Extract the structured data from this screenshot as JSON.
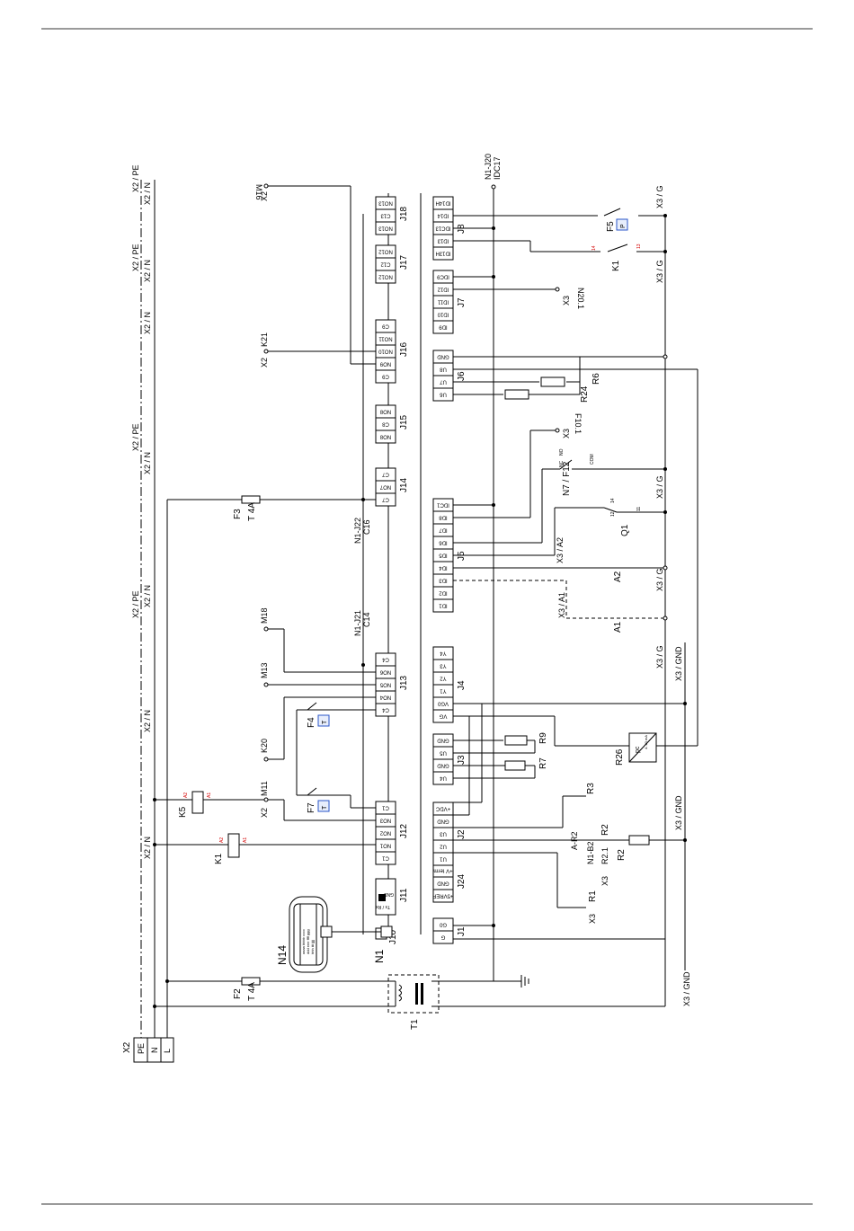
{
  "colors": {
    "rule": "#9a9a9a",
    "wire": "#000000",
    "pin_number": "#d40000",
    "switch_box": "#2a55c8"
  },
  "supply": {
    "x2": "X2",
    "pe": "PE",
    "n": "N",
    "l": "L",
    "x2_pe": "X2 / PE",
    "x2_n": "X2 / N",
    "t1": "T1",
    "f2": "F2",
    "f3": "F3",
    "fuse_rating": "T 4A",
    "earth_icon": "protective-earth-symbol"
  },
  "controller": {
    "n1": "N1",
    "n14": "N14",
    "n14_lines": [
      "aaaa bbbb cccc",
      "ddd eee ffff ggg",
      "hhh iiii jjjj"
    ],
    "connectors": [
      {
        "id": "J1",
        "pins": [
          "G",
          "G0"
        ]
      },
      {
        "id": "J24",
        "pins": [
          "+5VREF",
          "GND",
          "+V term"
        ]
      },
      {
        "id": "J10",
        "pins": []
      },
      {
        "id": "J11",
        "pins": [
          "Tx / Rx",
          "GND"
        ]
      },
      {
        "id": "J12",
        "pins": [
          "C1",
          "NO1",
          "NO2",
          "NO3",
          "C1"
        ]
      },
      {
        "id": "J2",
        "pins": [
          "U1",
          "U2",
          "U3",
          "GND",
          "+VDC"
        ]
      },
      {
        "id": "J3",
        "pins": [
          "U4",
          "GND",
          "U5",
          "GND"
        ]
      },
      {
        "id": "J13",
        "pins": [
          "C4",
          "NO4",
          "NO5",
          "NO6",
          "C4"
        ]
      },
      {
        "id": "J4",
        "pins": [
          "VG",
          "VG0",
          "Y1",
          "Y2",
          "Y3",
          "Y4"
        ]
      },
      {
        "id": "J5",
        "pins": [
          "ID1",
          "ID2",
          "ID3",
          "ID4",
          "ID5",
          "ID6",
          "ID7",
          "ID8",
          "IDC1"
        ]
      },
      {
        "id": "J14",
        "pins": [
          "C7",
          "NO7",
          "C7"
        ]
      },
      {
        "id": "J15",
        "pins": [
          "NO8",
          "C8",
          "NO8"
        ]
      },
      {
        "id": "J6",
        "pins": [
          "U6",
          "U7",
          "U8",
          "GND"
        ]
      },
      {
        "id": "J16",
        "pins": [
          "C9",
          "NO9",
          "NO10",
          "NO11",
          "C9"
        ]
      },
      {
        "id": "J7",
        "pins": [
          "ID9",
          "ID10",
          "ID11",
          "ID12",
          "IDC9"
        ]
      },
      {
        "id": "J17",
        "pins": [
          "NO12",
          "C12",
          "NO12"
        ]
      },
      {
        "id": "J8",
        "pins": [
          "ID13H",
          "ID13",
          "IDC13",
          "ID14",
          "ID14H"
        ]
      },
      {
        "id": "J18",
        "pins": [
          "NO13",
          "C13",
          "NO13"
        ]
      }
    ]
  },
  "labels": {
    "x2": "X2",
    "x3": "X3",
    "m16": "M16",
    "k21": "K21",
    "m18": "M18",
    "m13": "M13",
    "k20": "K20",
    "m11": "M11",
    "k5": "K5",
    "k1": "K1",
    "k1b": "K1",
    "f4": "F4",
    "f7": "F7",
    "f5": "F5",
    "n20_1": "N20.1",
    "f10_1": "F10.1",
    "n7_f12": "N7 / F12",
    "q1": "Q1",
    "x3_a2": "X3 / A2",
    "x3_a1": "X3 / A1",
    "a1": "A1",
    "a2": "A2",
    "x3_g": "X3 / G",
    "x3_gnd": "X3 / GND",
    "r24": "R24",
    "r6": "R6",
    "r9": "R9",
    "r7": "R7",
    "r26": "R26",
    "r3": "R3",
    "r2": "R2",
    "r1": "R1",
    "ar2": "A-R2",
    "n1b2": "N1-B2",
    "r2_1": "R2.1",
    "n1_j20": "N1-J20",
    "idc17": "IDC17",
    "n1_j22": "N1-J22",
    "c16": "C16",
    "n1_j21": "N1-J21",
    "c14": "C14",
    "nc": "NC",
    "no": "NO",
    "com": "COM",
    "a1_coil": "A1",
    "a2_coil": "A2",
    "pin_12": "12",
    "pin_14": "14",
    "pin_11": "11",
    "pin_13": "13",
    "pc": "pc",
    "r26_range": "4..20 mA",
    "t_sym": "T",
    "p_sym": "P"
  }
}
